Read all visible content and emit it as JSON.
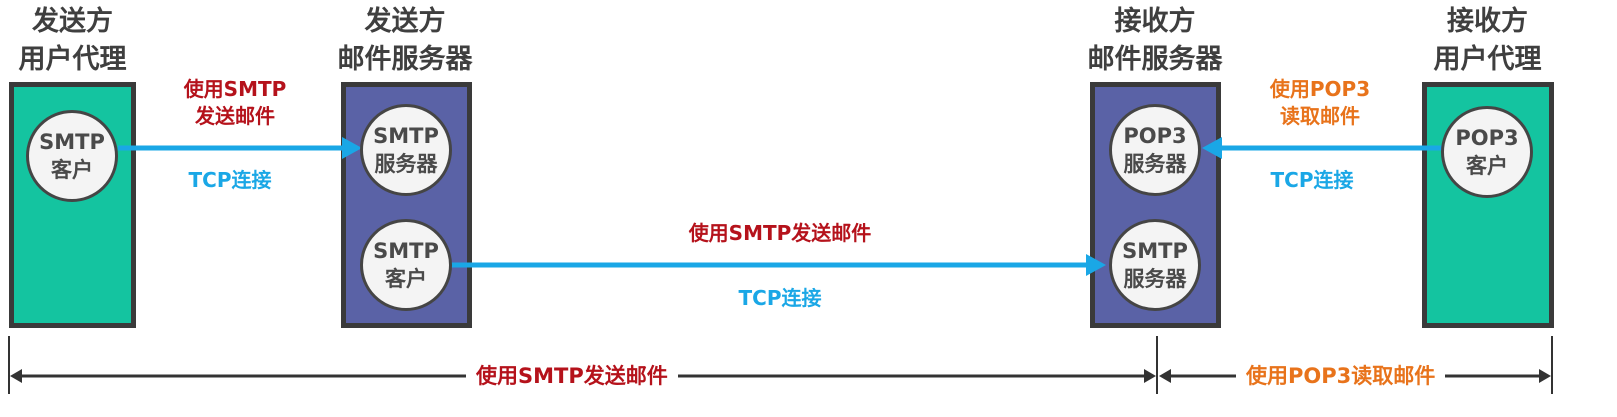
{
  "nodes": {
    "sender_agent": {
      "title_line1": "发送方",
      "title_line2": "用户代理",
      "circle_line1": "SMTP",
      "circle_line2": "客户"
    },
    "sender_server": {
      "title_line1": "发送方",
      "title_line2": "邮件服务器",
      "server_circle_line1": "SMTP",
      "server_circle_line2": "服务器",
      "client_circle_line1": "SMTP",
      "client_circle_line2": "客户"
    },
    "receiver_server": {
      "title_line1": "接收方",
      "title_line2": "邮件服务器",
      "pop3_circle_line1": "POP3",
      "pop3_circle_line2": "服务器",
      "smtp_circle_line1": "SMTP",
      "smtp_circle_line2": "服务器"
    },
    "receiver_agent": {
      "title_line1": "接收方",
      "title_line2": "用户代理",
      "circle_line1": "POP3",
      "circle_line2": "客户"
    }
  },
  "links": {
    "agent_to_server": {
      "label_line1": "使用SMTP",
      "label_line2": "发送邮件",
      "connection": "TCP连接"
    },
    "server_to_server": {
      "label": "使用SMTP发送邮件",
      "connection": "TCP连接"
    },
    "server_to_agent": {
      "label_line1": "使用POP3",
      "label_line2": "读取邮件",
      "connection": "TCP连接"
    }
  },
  "spans": {
    "smtp_span": "使用SMTP发送邮件",
    "pop3_span": "使用POP3读取邮件"
  },
  "colors": {
    "agent_box": "#14c4a0",
    "server_box": "#5a62a6",
    "arrow": "#1aa7e6",
    "smtp_label": "#b5121b",
    "pop3_label": "#e8731b"
  }
}
